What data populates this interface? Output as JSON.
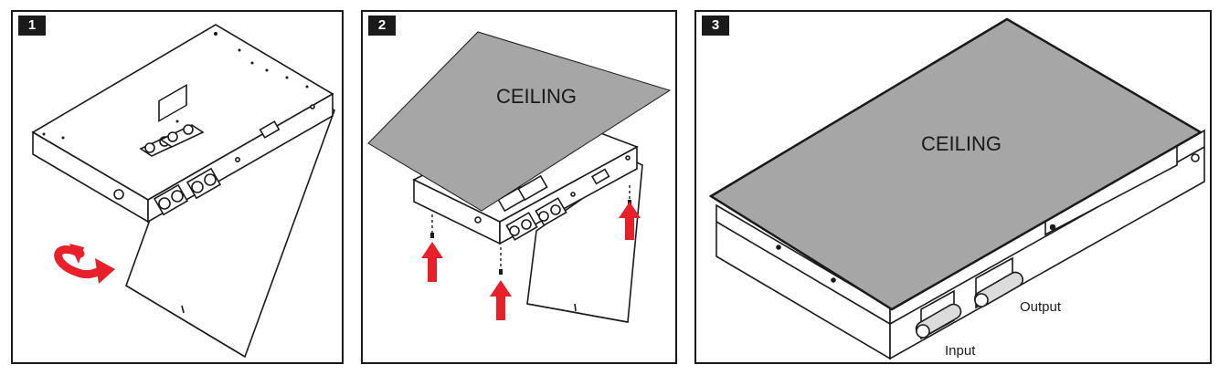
{
  "steps": [
    {
      "number": "1"
    },
    {
      "number": "2",
      "surface_label": "CEILING"
    },
    {
      "number": "3",
      "surface_label": "CEILING",
      "port_labels": {
        "output": "Output",
        "input": "Input"
      }
    }
  ],
  "colors": {
    "ceiling_fill": "#a6a6a6",
    "arrow_red": "#e8202a",
    "outline": "#1a1a1a",
    "badge": "#1a1a1a"
  },
  "icons": {
    "rotate_arrow": "curved-arrow-icon",
    "push_arrow": "up-arrow-icon"
  }
}
